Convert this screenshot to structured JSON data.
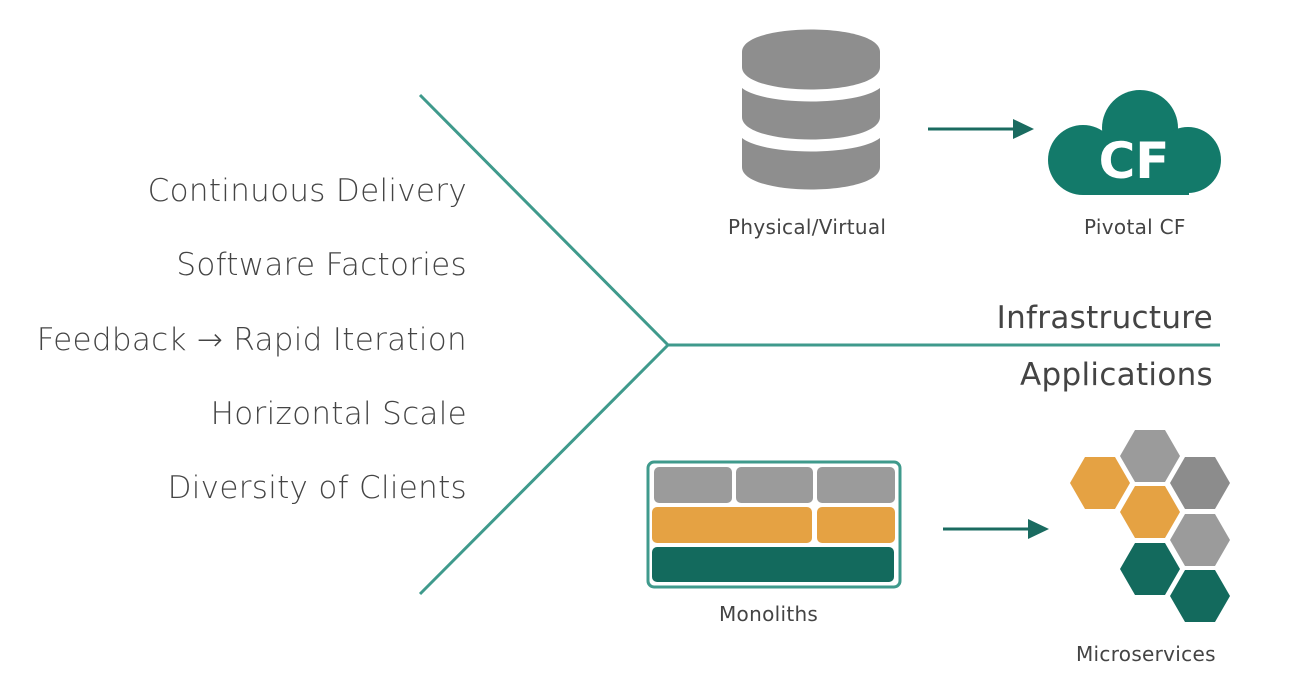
{
  "drivers": [
    "Continuous Delivery",
    "Software Factories",
    "Feedback → Rapid Iteration",
    "Horizontal Scale",
    "Diversity of Clients"
  ],
  "sections": {
    "top": "Infrastructure",
    "bottom": "Applications"
  },
  "infrastructure": {
    "from_label": "Physical/Virtual",
    "to_label": "Pivotal CF",
    "cf_text": "CF"
  },
  "applications": {
    "from_label": "Monoliths",
    "to_label": "Microservices"
  },
  "colors": {
    "line": "#3f9a8c",
    "arrow": "#1a6b60",
    "gray": "#9b9b9b",
    "dark_gray": "#8c8c8c",
    "orange": "#e5a243",
    "dark_green": "#136a5d",
    "cloud": "#137a6a"
  }
}
